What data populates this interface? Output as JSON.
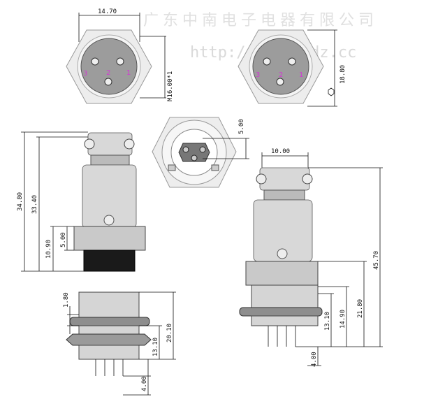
{
  "watermark": {
    "company": "广东中南电子电器有限公司",
    "url": "http://www.zndz.cc"
  },
  "front_view_left": {
    "width_dim": "14.70",
    "thread_dim": "M16.00*1",
    "pins": [
      "3",
      "2",
      "1"
    ]
  },
  "front_view_right": {
    "hex_dim": "18.80",
    "pins": [
      "3",
      "2",
      "1"
    ]
  },
  "socket_center": {
    "dim": "5.00"
  },
  "plug_left": {
    "dims": {
      "overall": "34.80",
      "body": "33.40",
      "ring_low": "10.90",
      "ring": "5.00"
    }
  },
  "plug_right": {
    "dims": {
      "top_width": "10.00",
      "overall": "45.70",
      "nut_a": "21.80",
      "nut_b": "14.90",
      "nut_c": "13.10",
      "pin": "4.00"
    }
  },
  "socket_bottom": {
    "dims": {
      "flange": "1.80",
      "height": "20.10",
      "thread": "13.10",
      "pin": "4.00"
    }
  },
  "colors": {
    "pin_label": "#d23bd2",
    "metal": "#d8d8d8",
    "line": "#111111"
  }
}
